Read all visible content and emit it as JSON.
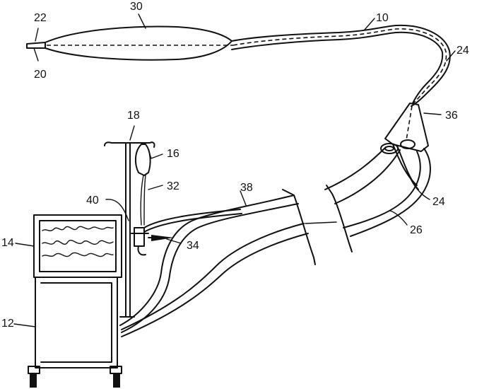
{
  "colors": {
    "ink": "#111111",
    "background": "#ffffff"
  },
  "labels": {
    "ref_10": "10",
    "ref_12": "12",
    "ref_14": "14",
    "ref_16": "16",
    "ref_18": "18",
    "ref_20": "20",
    "ref_22": "22",
    "ref_24_top": "24",
    "ref_24_bottom": "24",
    "ref_26": "26",
    "ref_30": "30",
    "ref_32": "32",
    "ref_34": "34",
    "ref_36": "36",
    "ref_38": "38",
    "ref_40": "40"
  }
}
